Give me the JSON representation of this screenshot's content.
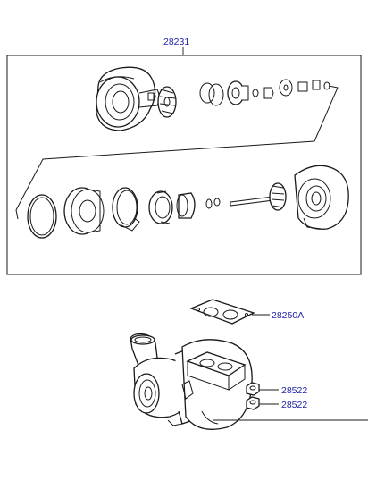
{
  "diagram": {
    "labels": {
      "assembly": "28231",
      "gasket": "28250A",
      "nut_top": "28522",
      "nut_bottom": "28522"
    },
    "colors": {
      "line": "#1a1a1a",
      "label": "#2323a8",
      "background": "#ffffff"
    }
  }
}
